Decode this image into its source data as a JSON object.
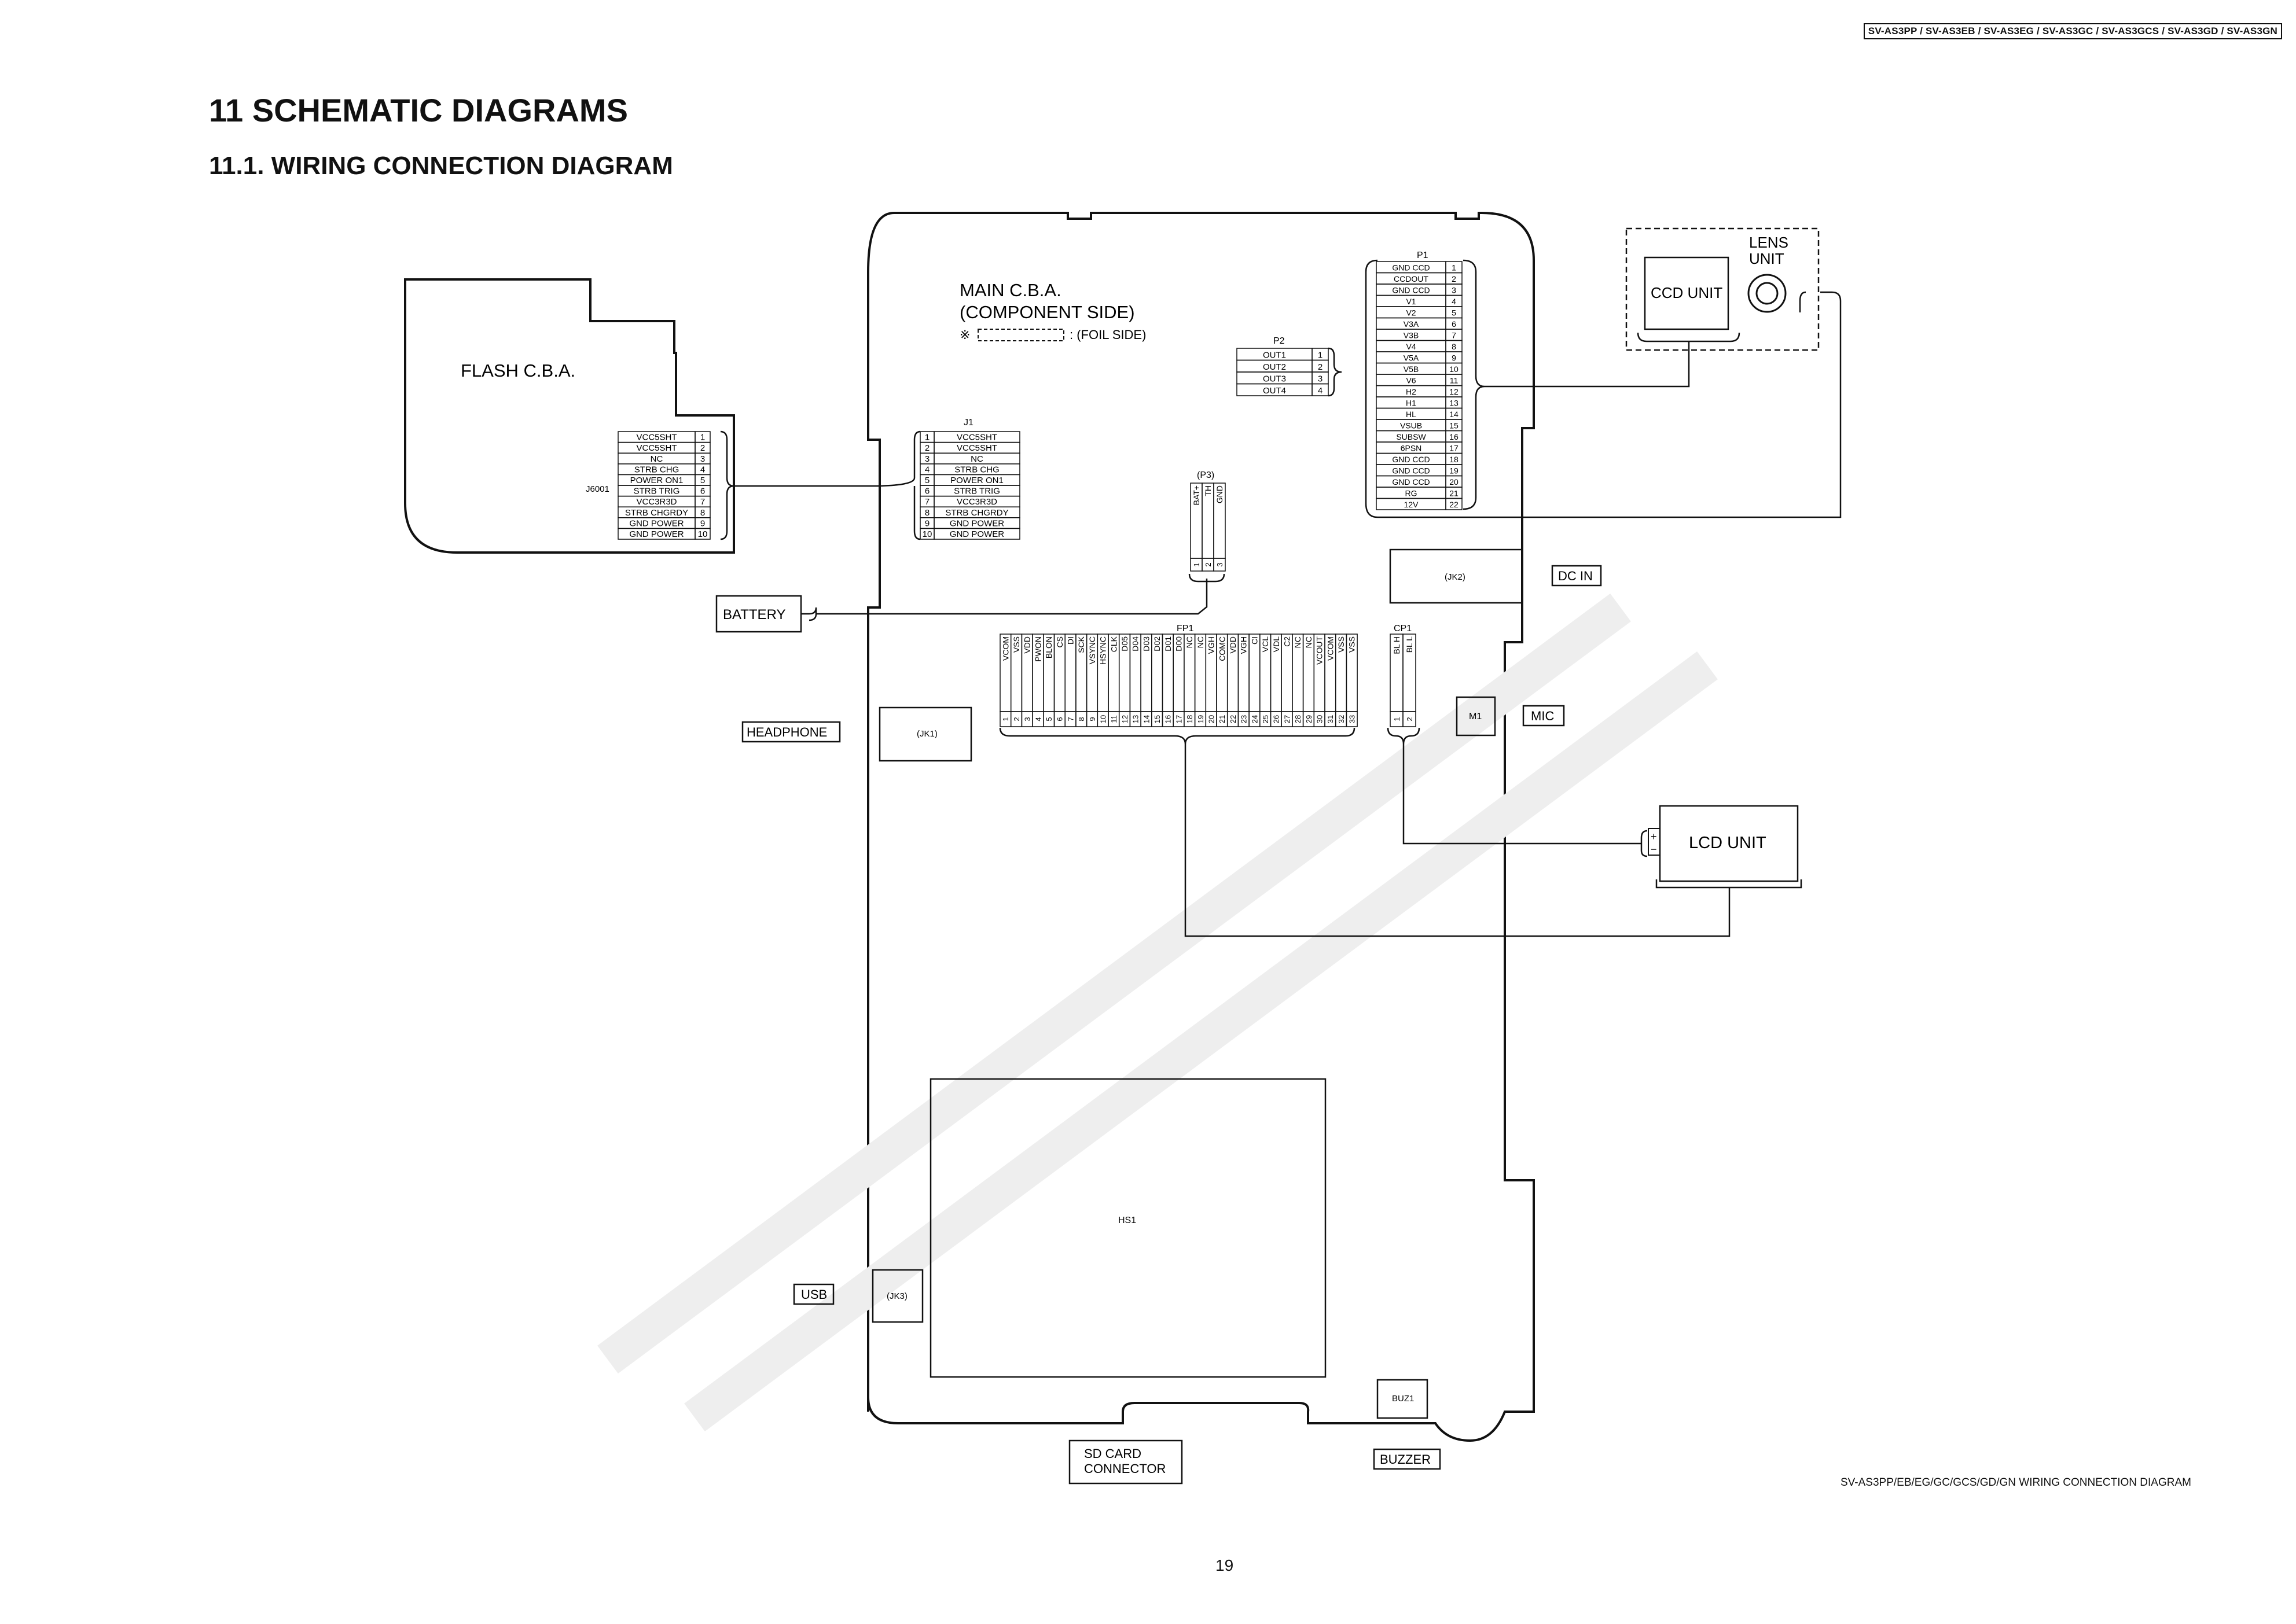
{
  "header": {
    "model_list": "SV-AS3PP / SV-AS3EB / SV-AS3EG / SV-AS3GC / SV-AS3GCS / SV-AS3GD / SV-AS3GN"
  },
  "section_title": "11 SCHEMATIC DIAGRAMS",
  "subsection_title": "11.1.   WIRING CONNECTION DIAGRAM",
  "main_board": {
    "title": "MAIN C.B.A.",
    "subtitle": "(COMPONENT SIDE)",
    "foil_note_mark": "※",
    "foil_note": ": (FOIL SIDE)"
  },
  "flash_board": {
    "title": "FLASH C.B.A.",
    "connector_ref": "J6001"
  },
  "flash_pins": [
    "VCC5SHT",
    "VCC5SHT",
    "NC",
    "STRB CHG",
    "POWER ON1",
    "STRB TRIG",
    "VCC3R3D",
    "STRB CHGRDY",
    "GND POWER",
    "GND POWER"
  ],
  "j1": {
    "ref": "J1",
    "pins": [
      "VCC5SHT",
      "VCC5SHT",
      "NC",
      "STRB CHG",
      "POWER ON1",
      "STRB TRIG",
      "VCC3R3D",
      "STRB CHGRDY",
      "GND POWER",
      "GND POWER"
    ]
  },
  "p1": {
    "ref": "P1",
    "pins": [
      "GND CCD",
      "CCDOUT",
      "GND CCD",
      "V1",
      "V2",
      "V3A",
      "V3B",
      "V4",
      "V5A",
      "V5B",
      "V6",
      "H2",
      "H1",
      "HL",
      "VSUB",
      "SUBSW",
      "6PSN",
      "GND CCD",
      "GND CCD",
      "GND CCD",
      "RG",
      "12V"
    ]
  },
  "p2": {
    "ref": "P2",
    "pins": [
      "OUT1",
      "OUT2",
      "OUT3",
      "OUT4"
    ]
  },
  "p3": {
    "ref": "(P3)",
    "pins": [
      "BAT+",
      "TH",
      "GND"
    ]
  },
  "fp1": {
    "ref": "FP1",
    "pins": [
      "VCOM",
      "VSS",
      "VDD",
      "PWON",
      "BLON",
      "CS",
      "DI",
      "SCK",
      "VSYNC",
      "HSYNC",
      "CLK",
      "D05",
      "D04",
      "D03",
      "D02",
      "D01",
      "D00",
      "NC",
      "NC",
      "VGH",
      "COMC",
      "VDD",
      "VGH",
      "CI",
      "VCL",
      "VDL",
      "C2",
      "NC",
      "NC",
      "VCOUT",
      "VCOM",
      "VSS",
      "VSS"
    ]
  },
  "cp1": {
    "ref": "CP1",
    "pins": [
      "BL H",
      "BL L"
    ]
  },
  "components": {
    "jk1": "(JK1)",
    "jk2": "(JK2)",
    "jk3": "(JK3)",
    "m1": "M1",
    "hs1": "HS1",
    "buz1": "BUZ1"
  },
  "labels": {
    "battery": "BATTERY",
    "headphone": "HEADPHONE",
    "dc_in": "DC IN",
    "mic": "MIC",
    "usb": "USB",
    "sd_card_line1": "SD CARD",
    "sd_card_line2": "CONNECTOR",
    "buzzer": "BUZZER",
    "lcd_unit": "LCD UNIT",
    "ccd_unit": "CCD UNIT",
    "lens_unit_line1": "LENS",
    "lens_unit_line2": "UNIT",
    "lcd_plus": "+",
    "lcd_minus": "−"
  },
  "caption": "SV-AS3PP/EB/EG/GC/GCS/GD/GN  WIRING CONNECTION DIAGRAM",
  "page_number": "19"
}
